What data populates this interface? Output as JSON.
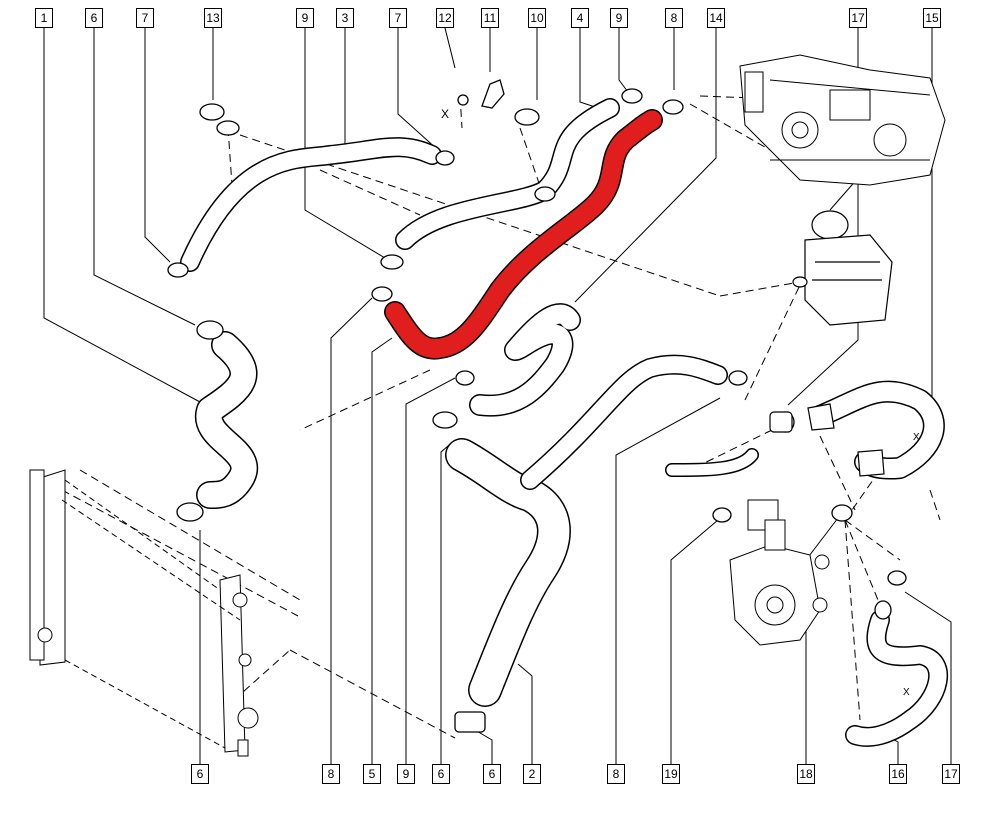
{
  "callouts": {
    "top": [
      "1",
      "6",
      "7",
      "13",
      "9",
      "3",
      "7",
      "12",
      "11",
      "10",
      "4",
      "9",
      "8",
      "14",
      "17",
      "15"
    ],
    "bottom": [
      "6",
      "8",
      "5",
      "9",
      "6",
      "6",
      "2",
      "8",
      "19",
      "18",
      "16",
      "17"
    ]
  },
  "markers": {
    "x": "X"
  },
  "colors": {
    "highlight_hose": "#e01e1e",
    "line": "#000000",
    "background": "#ffffff"
  }
}
